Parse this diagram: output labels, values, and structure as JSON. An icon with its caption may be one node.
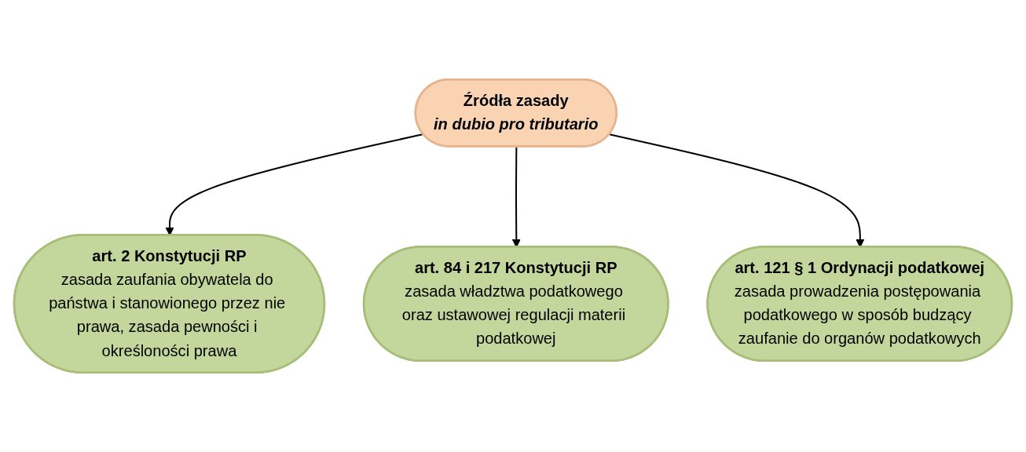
{
  "diagram": {
    "nodes": [
      {
        "text": [
          "Źródła zasady",
          "in dubio pro tributario"
        ]
      },
      {
        "text": [
          "art. 2 Konstytucji RP",
          "zasada zaufania obywatela do państwa i stanowionego przez nie prawa, zasada pewności i określoności prawa"
        ]
      },
      {
        "text": [
          "art. 84 i 217 Konstytucji RP",
          "zasada władztwa podatkowego oraz ustawowej regulacji materii podatkowej"
        ]
      },
      {
        "text": [
          "art. 121 § 1 Ordynacji podatkowej",
          "zasada prowadzenia postępowania podatkowego w sposób budzący zaufanie do organów podatkowych"
        ]
      }
    ],
    "edges": [
      {
        "from": 0,
        "to": 1,
        "arrow": "to"
      },
      {
        "from": 0,
        "to": 2,
        "arrow": "to"
      },
      {
        "from": 0,
        "to": 3,
        "arrow": "to"
      }
    ]
  }
}
